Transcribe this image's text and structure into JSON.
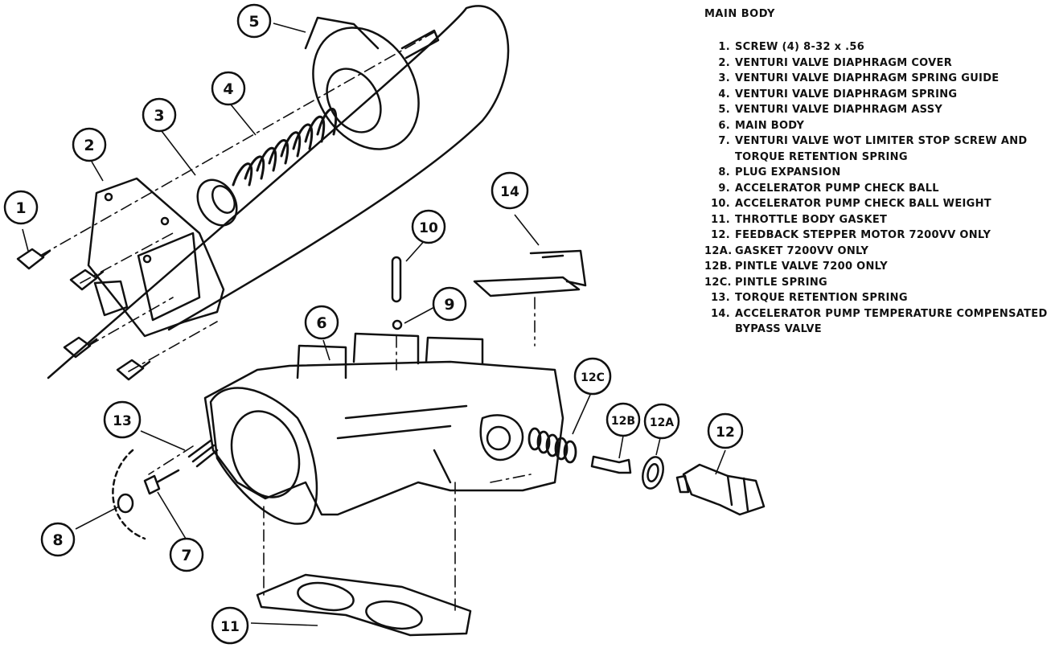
{
  "legend": {
    "title": "MAIN BODY",
    "items": [
      {
        "num": "1.",
        "text": "SCREW (4) 8-32 x .56"
      },
      {
        "num": "2.",
        "text": "VENTURI VALVE DIAPHRAGM COVER"
      },
      {
        "num": "3.",
        "text": "VENTURI VALVE DIAPHRAGM SPRING GUIDE"
      },
      {
        "num": "4.",
        "text": "VENTURI VALVE DIAPHRAGM SPRING"
      },
      {
        "num": "5.",
        "text": "VENTURI VALVE DIAPHRAGM ASSY"
      },
      {
        "num": "6.",
        "text": "MAIN BODY"
      },
      {
        "num": "7.",
        "text": "VENTURI VALVE WOT LIMITER STOP SCREW AND TORQUE RETENTION SPRING"
      },
      {
        "num": "8.",
        "text": "PLUG EXPANSION"
      },
      {
        "num": "9.",
        "text": "ACCELERATOR PUMP CHECK BALL"
      },
      {
        "num": "10.",
        "text": "ACCELERATOR PUMP CHECK BALL WEIGHT"
      },
      {
        "num": "11.",
        "text": "THROTTLE BODY GASKET"
      },
      {
        "num": "12.",
        "text": "FEEDBACK STEPPER MOTOR 7200VV ONLY"
      },
      {
        "num": "12A.",
        "text": "GASKET 7200VV ONLY"
      },
      {
        "num": "12B.",
        "text": "PINTLE VALVE 7200 ONLY"
      },
      {
        "num": "12C.",
        "text": "PINTLE SPRING"
      },
      {
        "num": "13.",
        "text": "TORQUE RETENTION SPRING"
      },
      {
        "num": "14.",
        "text": "ACCELERATOR PUMP TEMPERATURE COMPENSATED BYPASS VALVE"
      }
    ]
  },
  "callouts": {
    "c1": "1",
    "c2": "2",
    "c3": "3",
    "c4": "4",
    "c5": "5",
    "c6": "6",
    "c7": "7",
    "c8": "8",
    "c9": "9",
    "c10": "10",
    "c11": "11",
    "c12": "12",
    "c12a": "12A",
    "c12b": "12B",
    "c12c": "12C",
    "c13": "13",
    "c14": "14"
  }
}
